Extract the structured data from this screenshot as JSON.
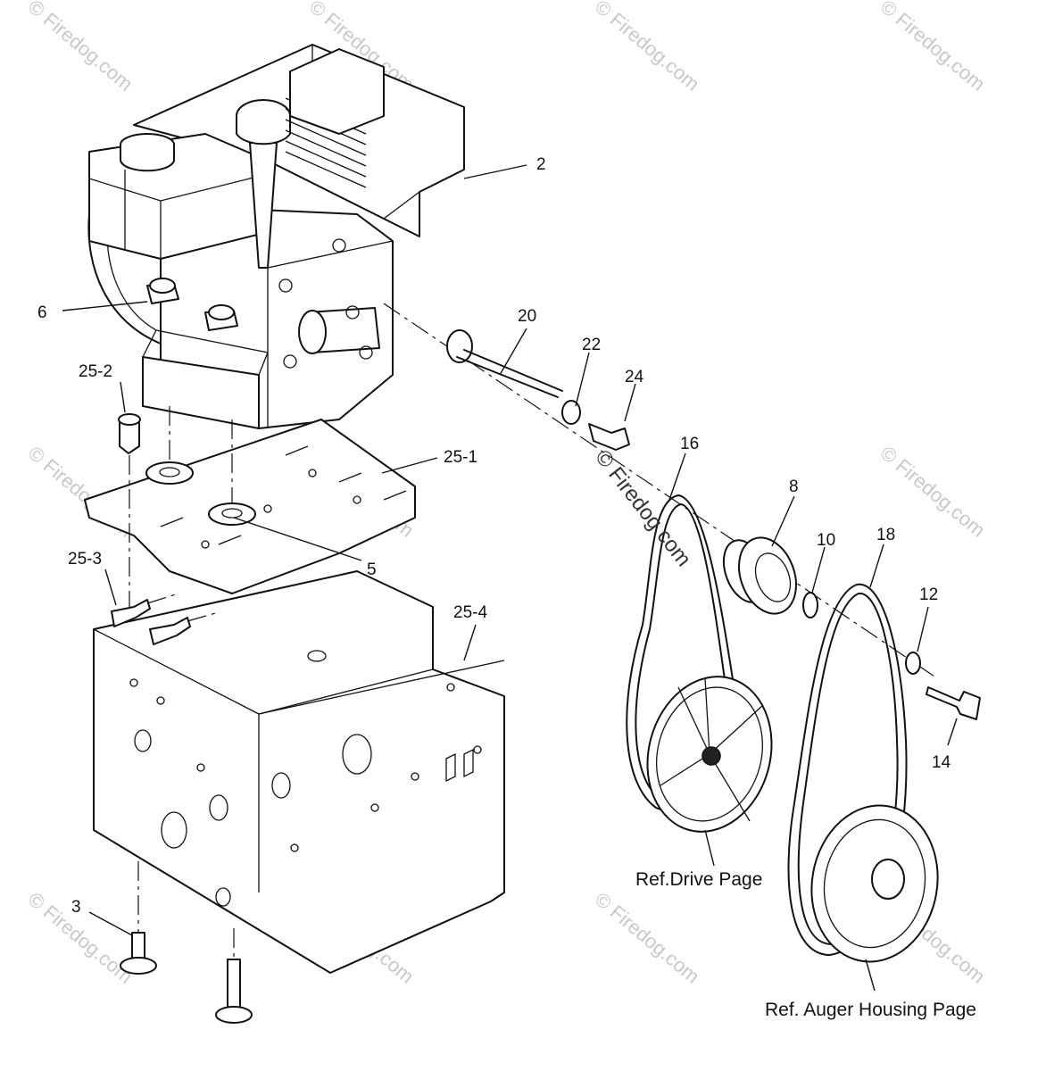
{
  "callouts": {
    "c2": "2",
    "c6": "6",
    "c20": "20",
    "c22": "22",
    "c24": "24",
    "c25_2": "25-2",
    "c25_1": "25-1",
    "c16": "16",
    "c8": "8",
    "c10": "10",
    "c18": "18",
    "c5": "5",
    "c25_3": "25-3",
    "c25_4": "25-4",
    "c12": "12",
    "c14": "14",
    "c3": "3"
  },
  "references": {
    "drive_page": "Ref.Drive Page",
    "auger_housing_page": "Ref. Auger Housing Page"
  },
  "watermark": {
    "text": "© Firedog.com"
  }
}
